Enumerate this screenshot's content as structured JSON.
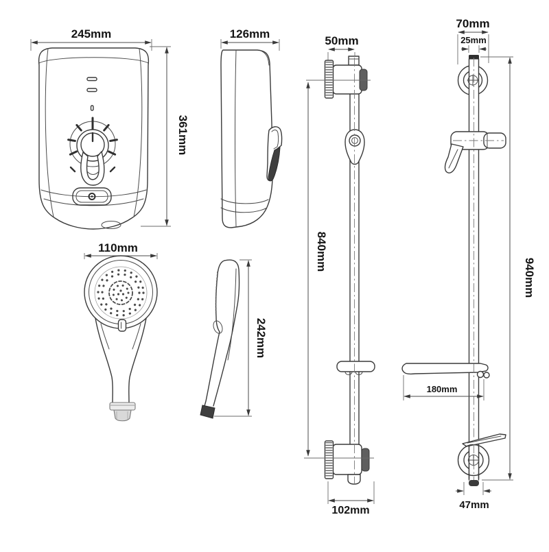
{
  "page": {
    "background": "#ffffff"
  },
  "drawing": {
    "type": "technical-dimension-diagram",
    "views": {
      "unit_front": {
        "width": "245mm",
        "height": "361mm"
      },
      "unit_side": {
        "depth": "126mm"
      },
      "handset_front": {
        "head_width": "110mm"
      },
      "handset_side": {
        "length": "242mm"
      },
      "rail_front": {
        "wall_offset": "50mm",
        "rail_length": "840mm",
        "bottom_bracket_depth": "102mm"
      },
      "rail_side": {
        "bracket_width": "70mm",
        "tube_width": "25mm",
        "overall_length": "940mm",
        "soap_dish_width": "180mm",
        "bottom_fixing_width": "47mm"
      }
    },
    "colors": {
      "line": "#3a3a3a",
      "dimension": "#4a4a4a",
      "text": "#141414",
      "shade_dark": "#5f5f5f",
      "background": "#ffffff"
    }
  }
}
